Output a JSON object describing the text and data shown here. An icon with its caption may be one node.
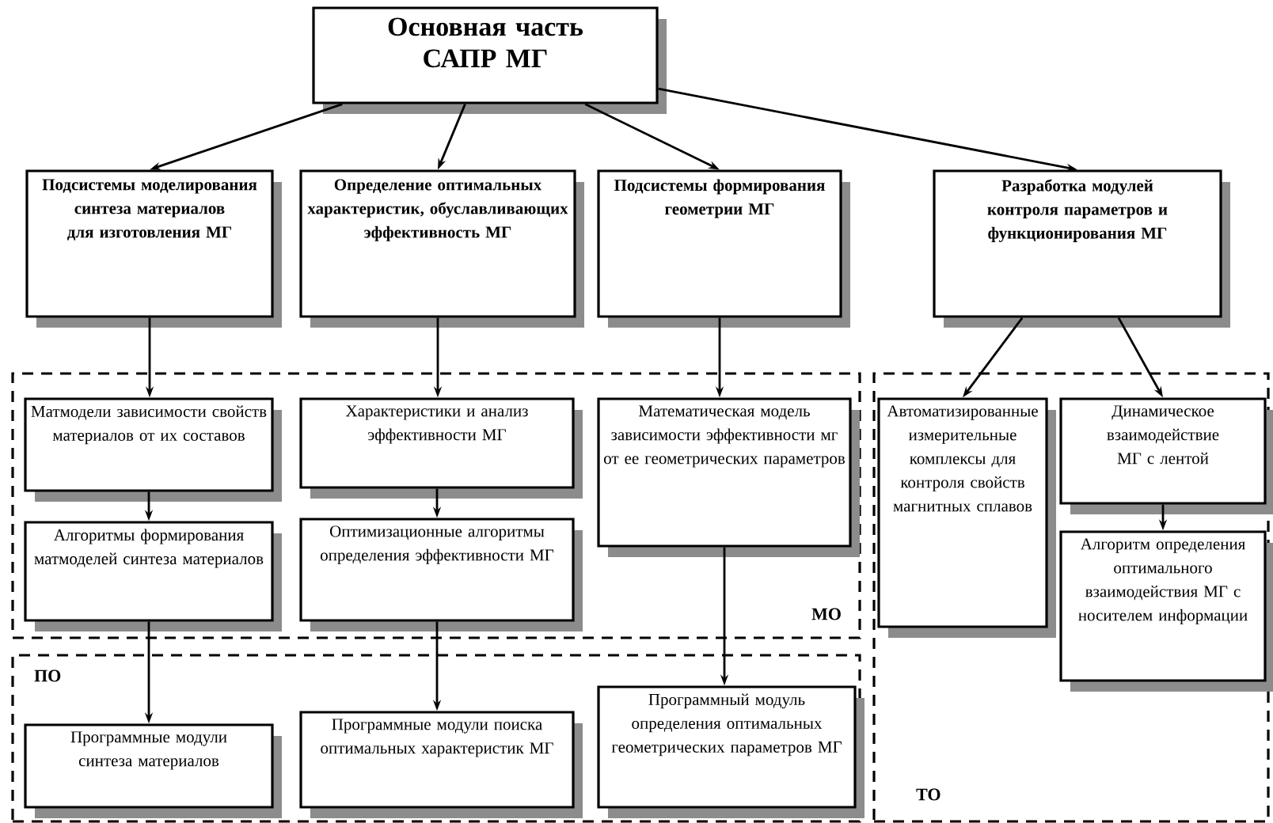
{
  "diagram": {
    "nodes": [
      {
        "text": [
          "Основная часть САПР МГ"
        ]
      },
      {
        "text": [
          "Подсистемы моделирования синтеза материалов для изготовления МГ"
        ]
      },
      {
        "text": [
          "Определение оптимальных характеристик, обуславливающих эффективность МГ"
        ]
      },
      {
        "text": [
          "Подсистемы формирования геометрии МГ"
        ]
      },
      {
        "text": [
          "Разработка модулей контроля параметров и функционирования МГ"
        ]
      },
      {
        "text": [
          "МО"
        ]
      },
      {
        "text": [
          "Матмодели зависимости свойств материалов от их составов"
        ],
        "in": 5
      },
      {
        "text": [
          "Характеристики и анализ эффективности МГ"
        ],
        "in": 5
      },
      {
        "text": [
          "Математическая модель зависимости эффективности мг от ее геометрических параметров"
        ],
        "in": 5
      },
      {
        "text": [
          "Алгоритмы формирования матмоделей синтеза материалов"
        ],
        "in": 5
      },
      {
        "text": [
          "Оптимизационные алгоритмы определения эффективности МГ"
        ],
        "in": 5
      },
      {
        "text": [
          "ПО"
        ]
      },
      {
        "text": [
          "Программные модули синтеза материалов"
        ],
        "in": 11
      },
      {
        "text": [
          "Программные модули поиска оптимальных характеристик МГ"
        ],
        "in": 11
      },
      {
        "text": [
          "Программный модуль определения оптимальных геометрических параметров МГ"
        ],
        "in": 11
      },
      {
        "text": [
          "ТО"
        ]
      },
      {
        "text": [
          "Автоматизированные измерительные комплексы для контроля свойств магнитных сплавов"
        ],
        "in": 15
      },
      {
        "text": [
          "Динамическое взаимодействие МГ с лентой"
        ],
        "in": 15
      },
      {
        "text": [
          "Алгоритм определения оптимального взаимодействия МГ с носителем информации"
        ],
        "in": 15
      }
    ],
    "edges": [
      {
        "from": 0,
        "to": 1,
        "arrow": "to"
      },
      {
        "from": 0,
        "to": 2,
        "arrow": "to"
      },
      {
        "from": 0,
        "to": 3,
        "arrow": "to"
      },
      {
        "from": 0,
        "to": 4,
        "arrow": "to"
      },
      {
        "from": 1,
        "to": 6,
        "arrow": "to"
      },
      {
        "from": 2,
        "to": 7,
        "arrow": "to"
      },
      {
        "from": 3,
        "to": 8,
        "arrow": "to"
      },
      {
        "from": 4,
        "to": 16,
        "arrow": "to"
      },
      {
        "from": 4,
        "to": 17,
        "arrow": "to"
      },
      {
        "from": 6,
        "to": 9,
        "arrow": "to"
      },
      {
        "from": 7,
        "to": 10,
        "arrow": "to"
      },
      {
        "from": 9,
        "to": 12,
        "arrow": "to"
      },
      {
        "from": 10,
        "to": 13,
        "arrow": "to"
      },
      {
        "from": 8,
        "to": 14,
        "arrow": "to"
      },
      {
        "from": 17,
        "to": 18,
        "arrow": "to"
      }
    ]
  }
}
